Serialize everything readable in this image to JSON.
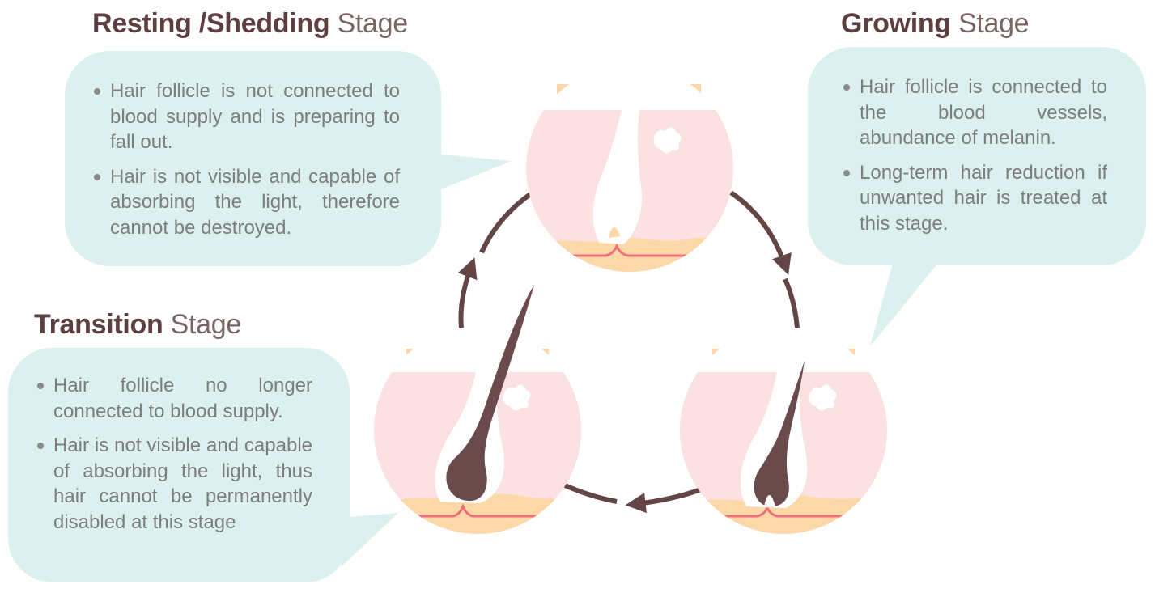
{
  "stages": [
    {
      "id": "resting",
      "title_bold": "Resting /Shedding",
      "title_light": "Stage",
      "bullets": [
        "Hair follicle is not connected to blood supply and is preparing to fall out.",
        "Hair is not visible and capable of absorbing the light, therefore cannot be destroyed."
      ]
    },
    {
      "id": "growing",
      "title_bold": "Growing",
      "title_light": "Stage",
      "bullets": [
        "Hair follicle is connected to the blood vessels, abundance of melanin.",
        "Long-term hair reduction if unwanted hair is treated at this stage."
      ]
    },
    {
      "id": "transition",
      "title_bold": "Transition",
      "title_light": "Stage",
      "bullets": [
        "Hair follicle no longer connected to blood supply.",
        "Hair is not visible and capable of absorbing the light, thus hair cannot be permanently disabled at this stage"
      ]
    }
  ],
  "colors": {
    "bubble": "#dcf0f0",
    "skin": "#fbe1e2",
    "fat": "#fcd8a8",
    "vessel": "#ec6f7b",
    "hair": "#6b4a4b",
    "arrow": "#634546",
    "title_bold": "#5e3f40"
  }
}
